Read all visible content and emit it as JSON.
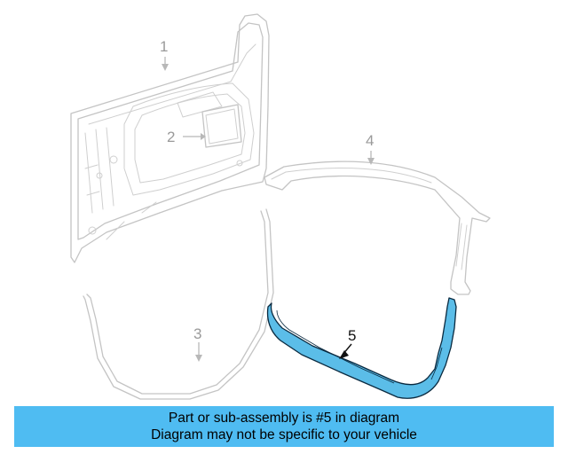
{
  "colors": {
    "banner_bg": "#4fbcf2",
    "highlight_fill": "#5bbde8",
    "highlight_stroke": "#0a2a40",
    "ghost_stroke": "#c4c4c4",
    "label_grey": "#9a9a9a",
    "label_dark": "#111111"
  },
  "callouts": {
    "c1": "1",
    "c2": "2",
    "c3": "3",
    "c4": "4",
    "c5": "5"
  },
  "banner": {
    "line1": "Part or sub-assembly is #5 in diagram",
    "line2": "Diagram may not be specific to your vehicle"
  }
}
